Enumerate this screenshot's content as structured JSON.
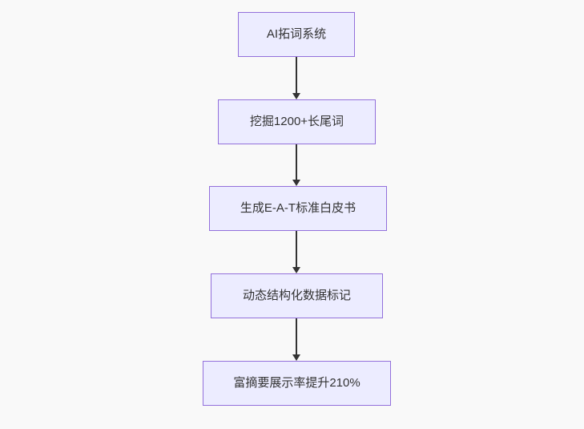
{
  "diagram": {
    "type": "flowchart",
    "direction": "top-down",
    "colors": {
      "background": "#f9f9f9",
      "node_fill": "#ECECFF",
      "node_border": "#9370DB",
      "node_text": "#333333",
      "arrow": "#333333"
    },
    "nodes": [
      {
        "label": "AI拓词系统"
      },
      {
        "label": "挖掘1200+长尾词"
      },
      {
        "label": "生成E-A-T标准白皮书"
      },
      {
        "label": "动态结构化数据标记"
      },
      {
        "label": "富摘要展示率提升210%"
      }
    ],
    "edges": [
      [
        0,
        1
      ],
      [
        1,
        2
      ],
      [
        2,
        3
      ],
      [
        3,
        4
      ]
    ]
  }
}
